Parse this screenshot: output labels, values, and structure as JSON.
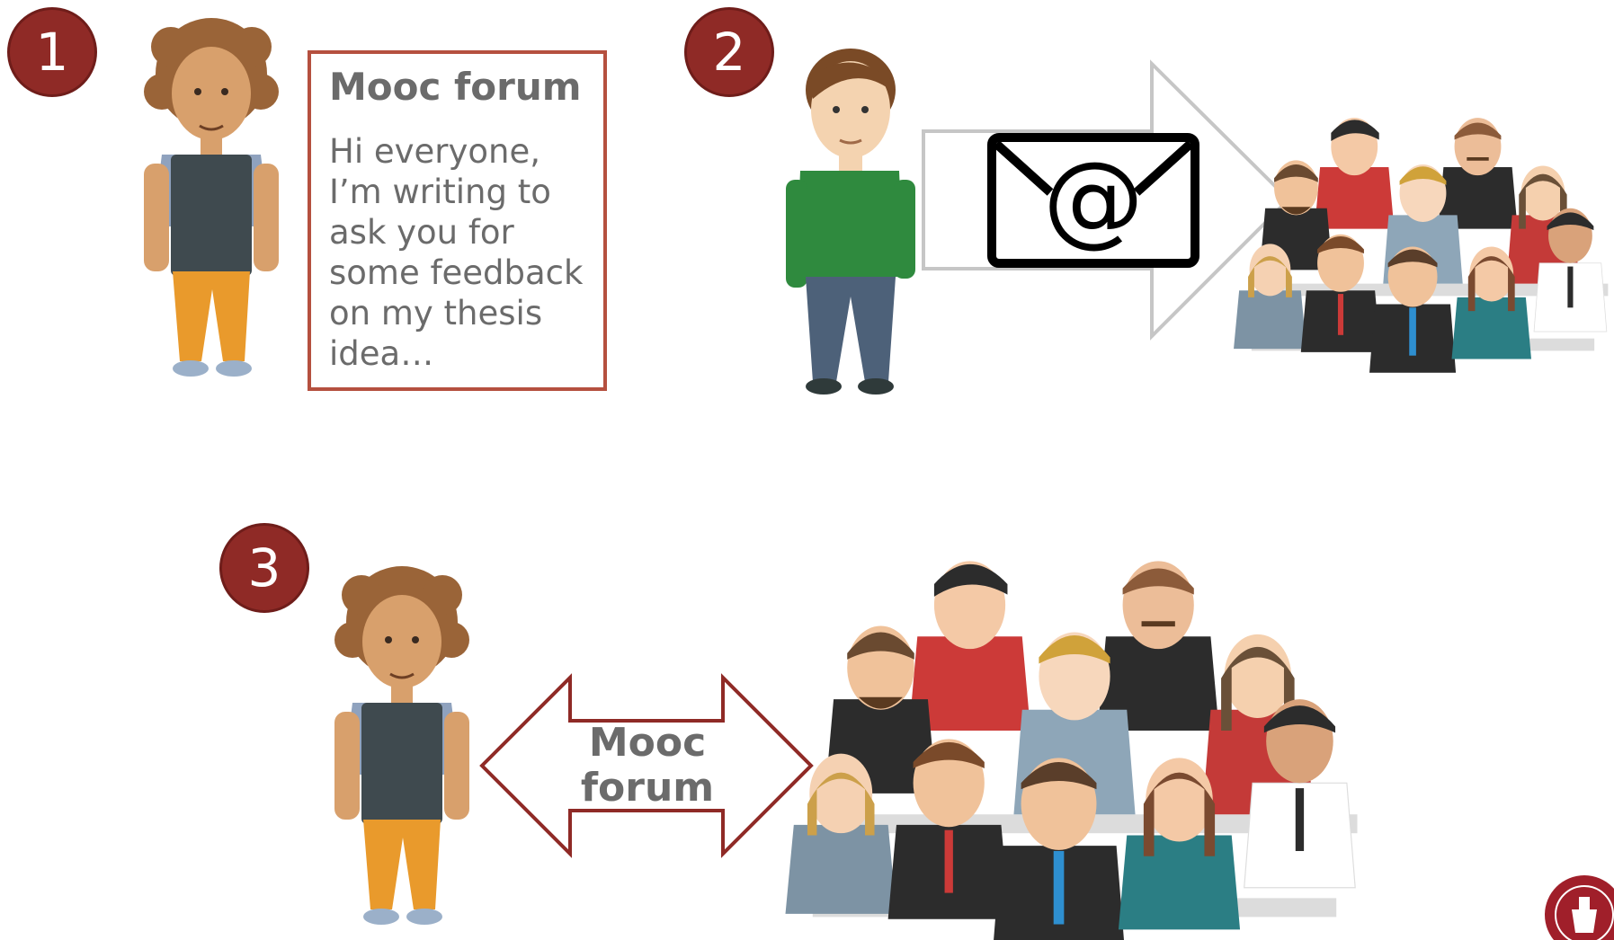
{
  "steps": [
    "1",
    "2",
    "3"
  ],
  "post": {
    "title": "Mooc forum",
    "body": "Hi everyone,\nI’m writing to\nask you for\nsome feedback\non my thesis\nidea…"
  },
  "email_icon_symbol": "@",
  "forum_arrow_label": "Mooc\nforum",
  "colors": {
    "step_circle": "#8f2a26",
    "post_border": "#b5503f",
    "arrow_outline": "#8f2a26",
    "text_gray": "#6b6b6b"
  }
}
